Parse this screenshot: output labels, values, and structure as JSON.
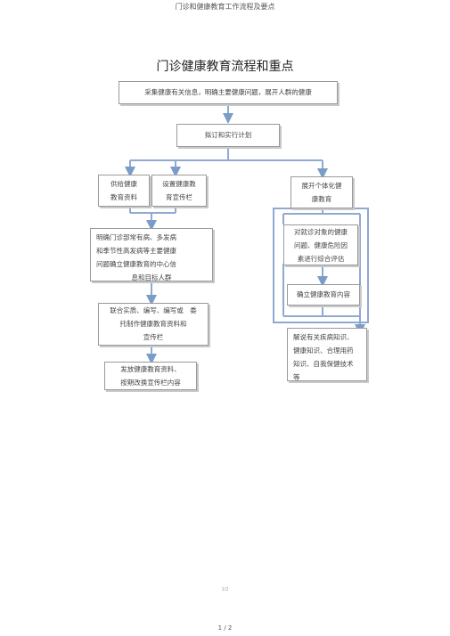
{
  "header": "门诊和健康教育工作流程及要点",
  "title": "门诊健康教育流程和重点",
  "nodes": {
    "collect": "采集健康有关信息，明确主要健康问题，展开人群的健康",
    "plan": "拟订和实行计划",
    "provide_line1": "供给健康",
    "provide_line2": "教育资料",
    "setup_line1": "设置健康教",
    "setup_line2": "育宣传栏",
    "clarify_line1": "明确门诊部常有病、多发病",
    "clarify_line2": "和季节性高发病等主要健康",
    "clarify_line3": "问题确立健康教育的中心信",
    "clarify_line4": "息和目标人群",
    "joint_line1": "联合实质、编写、编写或　委",
    "joint_line2": "托制作健康教育资料和",
    "joint_line3": "宣传栏",
    "distribute_line1": "发放健康教育资料、",
    "distribute_line2": "按期改换宣传栏内容",
    "individual_line1": "展开个体化健",
    "individual_line2": "康教育",
    "assess_line1": "对就诊对象的健康",
    "assess_line2": "问题、健康危险因",
    "assess_line3": "素进行综合评估",
    "content": "确立健康教育内容",
    "explain_line1": "解说有关疾病知识、",
    "explain_line2": "健康知识、合理用药",
    "explain_line3": "知识、自我保健技术",
    "explain_line4": "等"
  },
  "footer_small": "1/2",
  "page_number": "1 / 2"
}
